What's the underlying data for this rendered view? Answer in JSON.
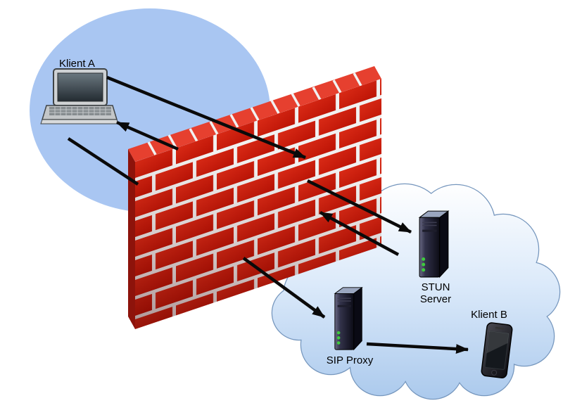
{
  "diagram": {
    "type": "network-topology",
    "nodes": [
      {
        "id": "klient-a",
        "label": "Klient A",
        "icon": "laptop-icon",
        "zone": "lan"
      },
      {
        "id": "stun-server",
        "label": "STUN Server",
        "icon": "server-tower-icon",
        "zone": "internet"
      },
      {
        "id": "sip-proxy",
        "label": "SIP Proxy",
        "icon": "server-tower-icon",
        "zone": "internet"
      },
      {
        "id": "klient-b",
        "label": "Klient B",
        "icon": "smartphone-icon",
        "zone": "internet"
      }
    ],
    "barriers": [
      {
        "id": "firewall",
        "icon": "brick-wall",
        "label": ""
      }
    ],
    "zones": [
      {
        "id": "lan",
        "shape": "circle-zone"
      },
      {
        "id": "internet",
        "shape": "cloud-shape"
      }
    ],
    "edges": [
      {
        "from": "klient-a",
        "to": "firewall",
        "direction": "forward"
      },
      {
        "from": "firewall",
        "to": "stun-server",
        "direction": "forward"
      },
      {
        "from": "stun-server",
        "to": "firewall",
        "direction": "return"
      },
      {
        "from": "firewall",
        "to": "klient-a",
        "direction": "return"
      },
      {
        "from": "klient-a",
        "to": "firewall",
        "direction": "forward-lower"
      },
      {
        "from": "firewall",
        "to": "sip-proxy",
        "direction": "forward"
      },
      {
        "from": "sip-proxy",
        "to": "klient-b",
        "direction": "forward"
      }
    ]
  },
  "colors": {
    "background": "#ffffff",
    "lan_zone_fill": "#a9c6f2",
    "brick_red": "#d92a16",
    "brick_red_deep": "#bc1305",
    "brick_top": "#e6402f",
    "brick_side": "#8d130b",
    "mortar": "#f1f1f1",
    "cloud_top": "#ffffff",
    "cloud_mid": "#dceafa",
    "cloud_bottom": "#a9c8ec",
    "cloud_outline": "#7596bd",
    "arrow": "#0a0a0a",
    "led_green": "#3ecb3e",
    "label_text": "#000000"
  }
}
